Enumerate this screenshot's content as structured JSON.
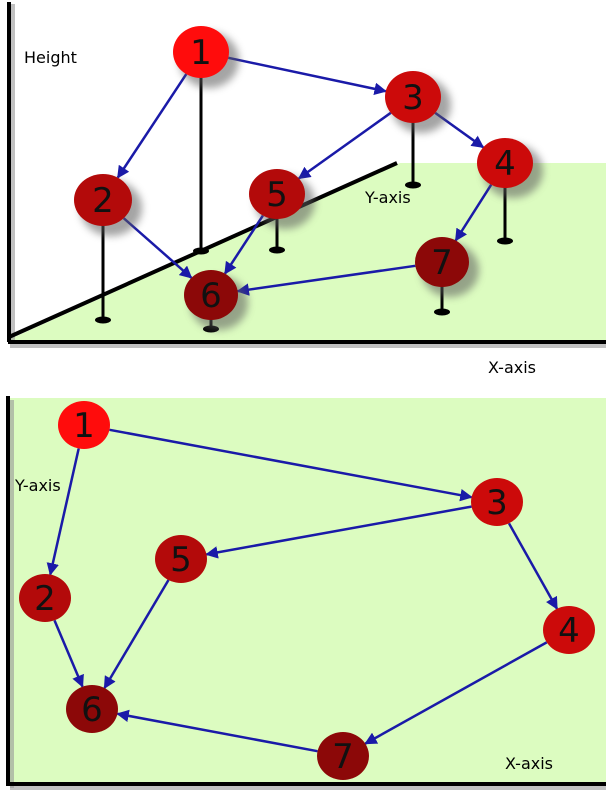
{
  "colors": {
    "ground": "#dcfcc0",
    "arrow": "#1a1aa8",
    "axis": "#000000",
    "node_bright": "#ff0c0c",
    "node_mid": "#cc0a0a",
    "node_dark": "#b30a0a",
    "node_darkest": "#8c0808"
  },
  "top_view": {
    "height_label": "Height",
    "y_label": "Y-axis",
    "x_label": "X-axis"
  },
  "bottom_view": {
    "y_label": "Y-axis",
    "x_label": "X-axis"
  },
  "nodes": [
    {
      "id": "1",
      "label": "1",
      "shade": "node_bright"
    },
    {
      "id": "2",
      "label": "2",
      "shade": "node_dark"
    },
    {
      "id": "3",
      "label": "3",
      "shade": "node_mid"
    },
    {
      "id": "4",
      "label": "4",
      "shade": "node_mid"
    },
    {
      "id": "5",
      "label": "5",
      "shade": "node_dark"
    },
    {
      "id": "6",
      "label": "6",
      "shade": "node_darkest"
    },
    {
      "id": "7",
      "label": "7",
      "shade": "node_darkest"
    }
  ],
  "edges": [
    {
      "from": "1",
      "to": "2"
    },
    {
      "from": "1",
      "to": "3"
    },
    {
      "from": "2",
      "to": "6"
    },
    {
      "from": "3",
      "to": "4"
    },
    {
      "from": "3",
      "to": "5"
    },
    {
      "from": "4",
      "to": "7"
    },
    {
      "from": "5",
      "to": "6"
    },
    {
      "from": "7",
      "to": "6"
    }
  ]
}
